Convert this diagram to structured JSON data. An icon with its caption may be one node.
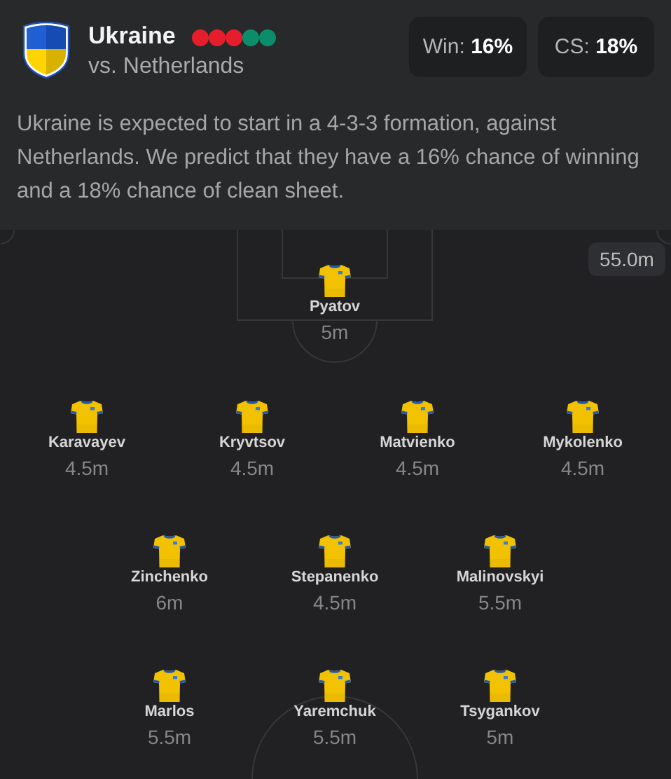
{
  "diagram": {
    "title": "Ukraine",
    "nodes": [
      {
        "text": [
          "Win: **16%**"
        ]
      },
      {
        "text": [
          "CS: **18%**"
        ]
      },
      {
        "text": [
          "55.0m"
        ]
      }
    ],
    "labels": [
      "vs. Netherlands",
      "Ukraine is expected to start in a 4-3-3 formation, against Netherlands. We predict that they have a 16% chance of winning and a 18% chance of clean sheet.",
      "Pyatov",
      "5m",
      "Karavayev",
      "4.5m",
      "Kryvtsov",
      "4.5m",
      "Matvienko",
      "4.5m",
      "Mykolenko",
      "4.5m",
      "Zinchenko",
      "6m",
      "Stepanenko",
      "4.5m",
      "Malinovskyi",
      "5.5m",
      "Marlos",
      "5.5m",
      "Yaremchuk",
      "5.5m",
      "Tsygankov",
      "5m"
    ]
  }
}
